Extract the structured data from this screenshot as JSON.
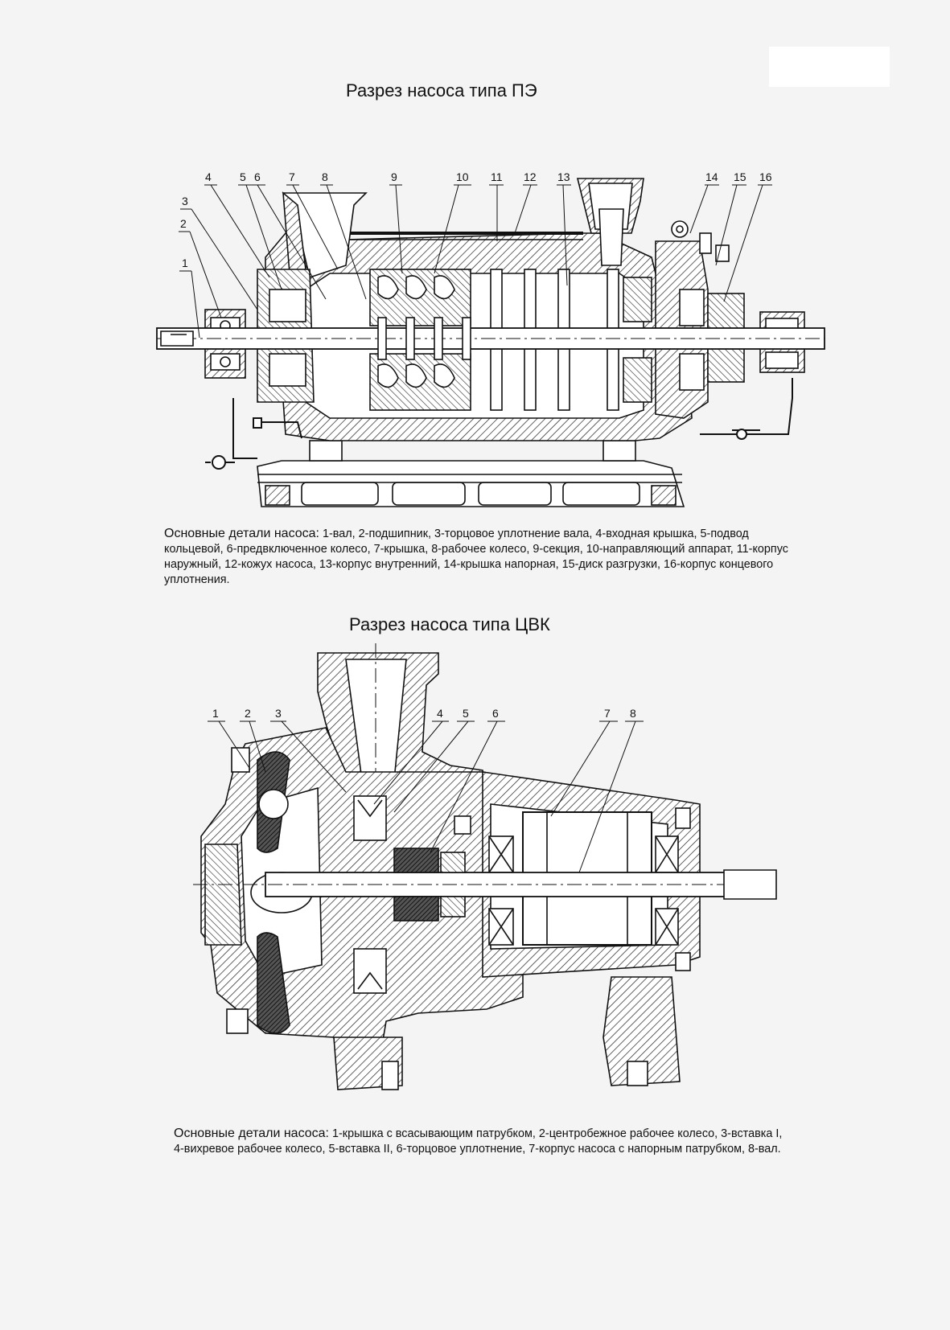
{
  "pe_section": {
    "title": "Разрез насоса типа ПЭ",
    "callout_numbers": [
      "1",
      "2",
      "3",
      "4",
      "5",
      "6",
      "7",
      "8",
      "9",
      "10",
      "11",
      "12",
      "13",
      "14",
      "15",
      "16"
    ],
    "caption_lead": "Основные детали насоса:",
    "caption_body": " 1-вал, 2-подшипник, 3-торцовое уплотнение вала, 4-входная крышка, 5-подвод кольцевой, 6-предвключенное колесо, 7-крышка, 8-рабочее колесо, 9-секция, 10-направляющий аппарат, 11-корпус наружный, 12-кожух насоса, 13-корпус внутренний, 14-крышка напорная, 15-диск разгрузки, 16-корпус концевого уплотнения."
  },
  "cvk_section": {
    "title": "Разрез насоса типа ЦВК",
    "callout_numbers": [
      "1",
      "2",
      "3",
      "4",
      "5",
      "6",
      "7",
      "8"
    ],
    "caption_lead": "Основные детали насоса:",
    "caption_body": " 1-крышка с всасывающим патрубком, 2-центробежное рабочее колесо, 3-вставка I, 4-вихревое рабочее колесо, 5-вставка II, 6-торцовое уплотнение, 7-корпус насоса с напорным патрубком, 8-вал."
  }
}
